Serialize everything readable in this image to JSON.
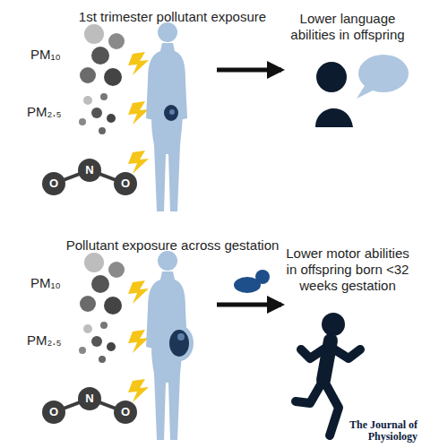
{
  "diagram": {
    "nodes": [
      {
        "text": [
          "1st trimester pollutant exposure"
        ]
      },
      {
        "text": [
          "Lower language abilities in offspring"
        ]
      },
      {
        "text": [
          "Pollutant exposure across gestation"
        ]
      },
      {
        "text": [
          "Lower motor abilities in offspring born <32 weeks gestation"
        ]
      }
    ],
    "edges": [
      {
        "from": 0,
        "to": 1,
        "arrow": "to"
      },
      {
        "from": 2,
        "to": 3,
        "arrow": "to"
      }
    ],
    "labels": [
      "PM₁₀",
      "PM₂.₅",
      "O",
      "N",
      "O",
      "PM₁₀",
      "PM₂.₅",
      "O",
      "N",
      "O",
      "The Journal of Physiology"
    ]
  }
}
